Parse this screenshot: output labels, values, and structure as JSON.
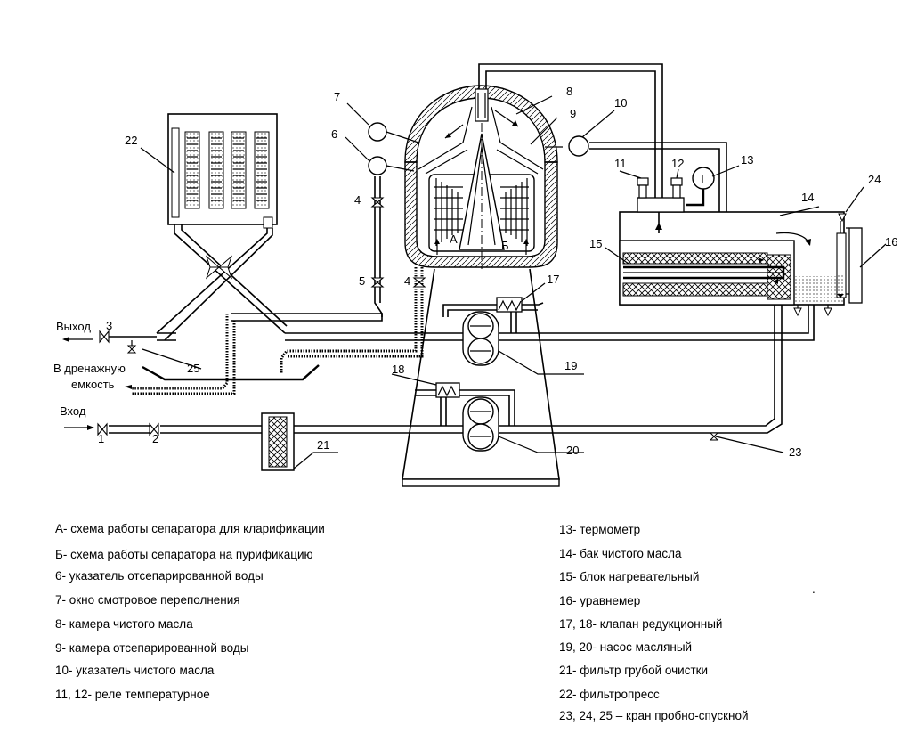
{
  "labels": {
    "n1": "1",
    "n2": "2",
    "n3": "3",
    "n4a": "4",
    "n4b": "4",
    "n5": "5",
    "n6": "6",
    "n7": "7",
    "n8": "8",
    "n9": "9",
    "n10": "10",
    "n11": "11",
    "n12": "12",
    "n13": "13",
    "n14": "14",
    "n15": "15",
    "n16": "16",
    "n17": "17",
    "n18": "18",
    "n19": "19",
    "n20": "20",
    "n21": "21",
    "n22": "22",
    "n23": "23",
    "n24": "24",
    "n25": "25",
    "a": "А",
    "b": "Б",
    "thermo": "T"
  },
  "flows": {
    "outlet": "Выход",
    "drain_1": "В дренажную",
    "drain_2": "емкость",
    "inlet": "Вход"
  },
  "legend_left": [
    "А- схема работы сепаратора для кларификации",
    "Б- схема работы сепаратора на пурификацию",
    "6- указатель отсепарированной воды",
    "7- окно смотровое переполнения",
    "8- камера чистого масла",
    "9- камера отсепарированной воды",
    "10- указатель чистого масла",
    "11, 12- реле температурное"
  ],
  "legend_right": [
    "13- термометр",
    "14- бак чистого масла",
    "15- блок нагревательный",
    "16- уравнемер",
    "17, 18- клапан редукционный",
    "19, 20- насос масляный",
    "21- фильтр грубой очистки",
    "22- фильтропресс",
    "23, 24, 25 – кран пробно-спускной"
  ],
  "stray_mark": "."
}
